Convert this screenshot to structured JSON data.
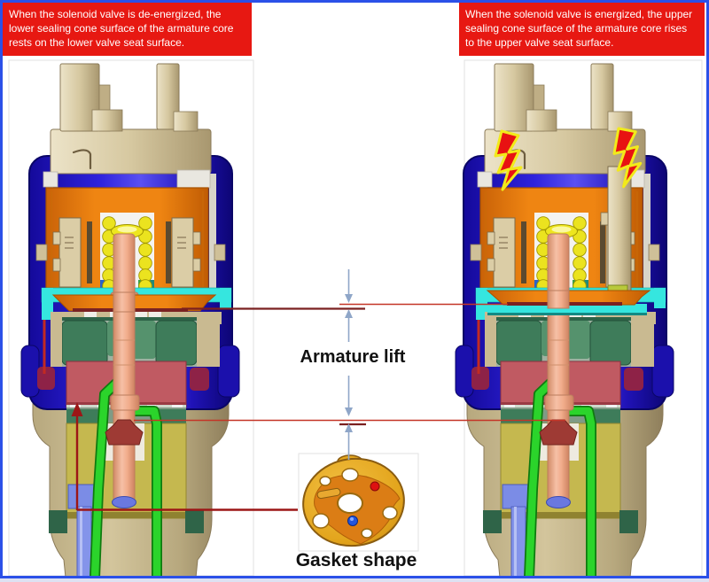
{
  "captions": {
    "left": "When the solenoid valve is de-energized, the lower sealing cone surface of the armature core rests on the lower valve seat surface.",
    "right": "When the solenoid valve is energized, the upper sealing cone surface of the armature core rises to the upper valve seat surface."
  },
  "labels": {
    "armature_lift": "Armature lift",
    "gasket_shape": "Gasket shape"
  },
  "colors": {
    "caption_bg": "#e71812",
    "caption_text": "#ffffff",
    "frame_border": "#2b50e8",
    "label_text": "#111111",
    "leader_dark": "#7a2020",
    "leader_bright": "#c43527",
    "arrow_red": "#9c1616",
    "dimension_blue": "#8fa6c8",
    "bolt_red": "#e81212",
    "bolt_outline": "#f2ea1a",
    "shell_blue": "#2b1fd6",
    "coil_orange": "#e5790f",
    "body_tan": "#cfc199",
    "spring_yellow": "#ebe31f",
    "shaft_pink": "#f2b096",
    "band_cyan": "#35e6df",
    "seat_green": "#3e7c5a",
    "seal_crimson": "#c05a62",
    "guide_olive": "#c5b84f",
    "tube_green": "#2bd42b",
    "tube_blue": "#8494ea",
    "gasket_gold": "#e3a51d",
    "gasket_orange": "#db7d15"
  }
}
